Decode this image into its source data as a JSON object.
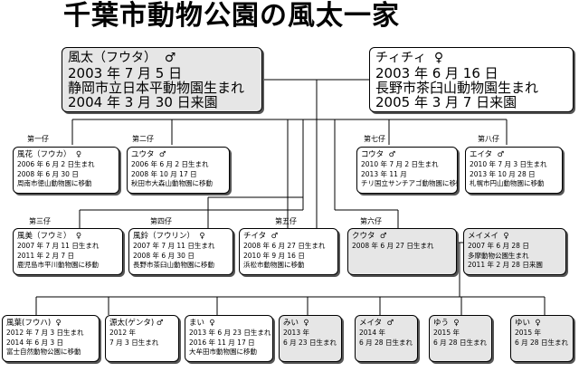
{
  "title": "千葉市動物公園の風太一家",
  "parents": {
    "father": {
      "name": "風太（フウタ）",
      "sex": "♂",
      "lines": [
        "2003 年 7 月 5 日",
        "静岡市立日本平動物園生まれ",
        "2004 年 3 月 30 日来園"
      ]
    },
    "mother": {
      "name": "チィチィ",
      "sex": "♀",
      "lines": [
        "2003 年 6 月 16 日",
        "長野市茶臼山動物園生まれ",
        "2005 年 3 月 7 日来園"
      ]
    }
  },
  "children": [
    {
      "order": "第一仔",
      "name": "風花（フウカ）",
      "sex": "♀",
      "lines": [
        "2006 年 6 月 2 日生まれ",
        "2008 年 6 月 30 日",
        "周南市徳山動物園に移動"
      ]
    },
    {
      "order": "第二仔",
      "name": "ユウタ",
      "sex": "♂",
      "lines": [
        "2006 年 6 月 2 日生まれ",
        "2008 年 10 月 17 日",
        "秋田市大森山動物園に移動"
      ]
    },
    {
      "order": "第三仔",
      "name": "風美（フウミ）",
      "sex": "♀",
      "lines": [
        "2007 年 7 月 11 日生まれ",
        "2011 年 2 月 7 日",
        "鹿児島市平川動物園に移動"
      ]
    },
    {
      "order": "第四仔",
      "name": "風鈴（フウリン）",
      "sex": "♀",
      "lines": [
        "2007 年 7 月 11 日生まれ",
        "2008 年 6 月 30 日",
        "長野市茶臼山動物園に移動"
      ]
    },
    {
      "order": "第五仔",
      "name": "チイタ",
      "sex": "♂",
      "lines": [
        "2008 年 6 月 27 日生まれ",
        "2010 年 9 月 16 日",
        "浜松市動物園に移動"
      ]
    },
    {
      "order": "第六仔",
      "name": "クウタ",
      "sex": "♂",
      "lines": [
        "2008 年 6 月 27 日生まれ"
      ]
    },
    {
      "order": "第七仔",
      "name": "コウタ",
      "sex": "♂",
      "lines": [
        "2010 年 7 月 2 日生まれ",
        "2013 年 11 月",
        "チリ国立サンチアゴ動物園に移動"
      ]
    },
    {
      "order": "第八仔",
      "name": "エイタ",
      "sex": "♂",
      "lines": [
        "2010 年 7 月 3 日生まれ",
        "2013 年 10 月 28 日",
        "札幌市円山動物園に移動"
      ]
    }
  ],
  "partner": {
    "name": "メイメイ",
    "sex": "♀",
    "lines": [
      "2007 年 6 月 28 日",
      "多摩動物公園生まれ",
      "2011 年 2 月 28 日来園"
    ]
  },
  "grandchildren": [
    {
      "name": "風葉(フウハ)",
      "sex": "♀",
      "lines": [
        "2012 年 7 月 3 日生まれ",
        "2014 年 6 月 3 日",
        "富士自然動物公園に移動"
      ]
    },
    {
      "name": "源太(ゲンタ)",
      "sex": "♂",
      "lines": [
        "2012 年",
        "7 月 3 日生まれ"
      ]
    },
    {
      "name": "まい",
      "sex": "♀",
      "lines": [
        "2013 年 6 月 23 日生まれ",
        "2016 年 11 月 17 日",
        "大牟田市動物園に移動"
      ]
    },
    {
      "name": "みい",
      "sex": "♀",
      "lines": [
        "2013 年",
        "6 月 23 日生まれ"
      ]
    },
    {
      "name": "メイタ",
      "sex": "♂",
      "lines": [
        "2014 年",
        "6 月 28 日生まれ"
      ]
    },
    {
      "name": "ゆう",
      "sex": "♀",
      "lines": [
        "2015 年",
        "6 月 28 日生まれ"
      ]
    },
    {
      "name": "ゆい",
      "sex": "♀",
      "lines": [
        "2015 年",
        "6 月 28 日生まれ"
      ]
    }
  ],
  "colors": {
    "line": "#000000",
    "shadow": "#555555",
    "gray_fill": "#e6e6e6"
  }
}
